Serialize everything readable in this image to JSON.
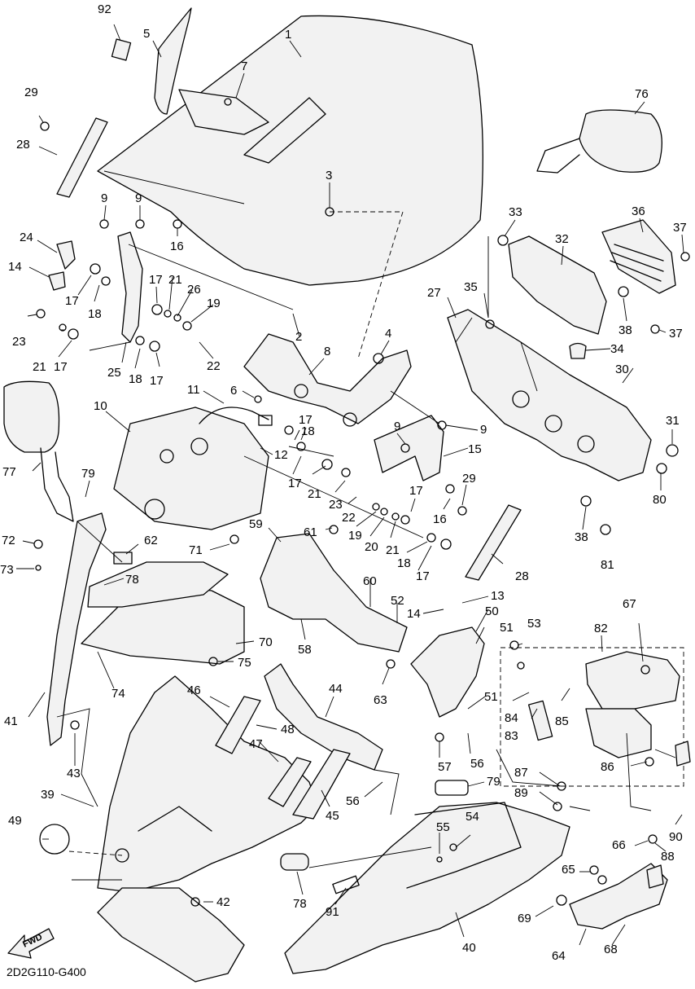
{
  "diagram_code": "2D2G110-G400",
  "fwd_label": "FWD",
  "callouts": [
    {
      "id": "c1",
      "text": "1"
    },
    {
      "id": "c2",
      "text": "2"
    },
    {
      "id": "c3",
      "text": "3"
    },
    {
      "id": "c4",
      "text": "4"
    },
    {
      "id": "c5",
      "text": "5"
    },
    {
      "id": "c6",
      "text": "6"
    },
    {
      "id": "c7",
      "text": "7"
    },
    {
      "id": "c8",
      "text": "8"
    },
    {
      "id": "c9a",
      "text": "9"
    },
    {
      "id": "c9b",
      "text": "9"
    },
    {
      "id": "c9c",
      "text": "9"
    },
    {
      "id": "c9d",
      "text": "9"
    },
    {
      "id": "c10",
      "text": "10"
    },
    {
      "id": "c11",
      "text": "11"
    },
    {
      "id": "c12",
      "text": "12"
    },
    {
      "id": "c13",
      "text": "13"
    },
    {
      "id": "c14a",
      "text": "14"
    },
    {
      "id": "c14b",
      "text": "14"
    },
    {
      "id": "c15",
      "text": "15"
    },
    {
      "id": "c16a",
      "text": "16"
    },
    {
      "id": "c16b",
      "text": "16"
    },
    {
      "id": "c17a",
      "text": "17"
    },
    {
      "id": "c17b",
      "text": "17"
    },
    {
      "id": "c17c",
      "text": "17"
    },
    {
      "id": "c17d",
      "text": "17"
    },
    {
      "id": "c17e",
      "text": "17"
    },
    {
      "id": "c17f",
      "text": "17"
    },
    {
      "id": "c17g",
      "text": "17"
    },
    {
      "id": "c17h",
      "text": "17"
    },
    {
      "id": "c18a",
      "text": "18"
    },
    {
      "id": "c18b",
      "text": "18"
    },
    {
      "id": "c18c",
      "text": "18"
    },
    {
      "id": "c18d",
      "text": "18"
    },
    {
      "id": "c19a",
      "text": "19"
    },
    {
      "id": "c19b",
      "text": "19"
    },
    {
      "id": "c20",
      "text": "20"
    },
    {
      "id": "c21a",
      "text": "21"
    },
    {
      "id": "c21b",
      "text": "21"
    },
    {
      "id": "c21c",
      "text": "21"
    },
    {
      "id": "c21d",
      "text": "21"
    },
    {
      "id": "c22a",
      "text": "22"
    },
    {
      "id": "c22b",
      "text": "22"
    },
    {
      "id": "c23a",
      "text": "23"
    },
    {
      "id": "c23b",
      "text": "23"
    },
    {
      "id": "c24",
      "text": "24"
    },
    {
      "id": "c25",
      "text": "25"
    },
    {
      "id": "c26",
      "text": "26"
    },
    {
      "id": "c27",
      "text": "27"
    },
    {
      "id": "c28a",
      "text": "28"
    },
    {
      "id": "c28b",
      "text": "28"
    },
    {
      "id": "c29a",
      "text": "29"
    },
    {
      "id": "c29b",
      "text": "29"
    },
    {
      "id": "c30",
      "text": "30"
    },
    {
      "id": "c31",
      "text": "31"
    },
    {
      "id": "c32",
      "text": "32"
    },
    {
      "id": "c33",
      "text": "33"
    },
    {
      "id": "c34",
      "text": "34"
    },
    {
      "id": "c35",
      "text": "35"
    },
    {
      "id": "c36",
      "text": "36"
    },
    {
      "id": "c37a",
      "text": "37"
    },
    {
      "id": "c37b",
      "text": "37"
    },
    {
      "id": "c38a",
      "text": "38"
    },
    {
      "id": "c38b",
      "text": "38"
    },
    {
      "id": "c39",
      "text": "39"
    },
    {
      "id": "c40",
      "text": "40"
    },
    {
      "id": "c41",
      "text": "41"
    },
    {
      "id": "c42",
      "text": "42"
    },
    {
      "id": "c43",
      "text": "43"
    },
    {
      "id": "c44",
      "text": "44"
    },
    {
      "id": "c45",
      "text": "45"
    },
    {
      "id": "c46",
      "text": "46"
    },
    {
      "id": "c47",
      "text": "47"
    },
    {
      "id": "c48",
      "text": "48"
    },
    {
      "id": "c49",
      "text": "49"
    },
    {
      "id": "c50",
      "text": "50"
    },
    {
      "id": "c51a",
      "text": "51"
    },
    {
      "id": "c51b",
      "text": "51"
    },
    {
      "id": "c52",
      "text": "52"
    },
    {
      "id": "c53",
      "text": "53"
    },
    {
      "id": "c54",
      "text": "54"
    },
    {
      "id": "c55",
      "text": "55"
    },
    {
      "id": "c56a",
      "text": "56"
    },
    {
      "id": "c56b",
      "text": "56"
    },
    {
      "id": "c57",
      "text": "57"
    },
    {
      "id": "c58",
      "text": "58"
    },
    {
      "id": "c59",
      "text": "59"
    },
    {
      "id": "c60",
      "text": "60"
    },
    {
      "id": "c61",
      "text": "61"
    },
    {
      "id": "c62",
      "text": "62"
    },
    {
      "id": "c63",
      "text": "63"
    },
    {
      "id": "c64",
      "text": "64"
    },
    {
      "id": "c65",
      "text": "65"
    },
    {
      "id": "c66",
      "text": "66"
    },
    {
      "id": "c67",
      "text": "67"
    },
    {
      "id": "c68",
      "text": "68"
    },
    {
      "id": "c69",
      "text": "69"
    },
    {
      "id": "c70",
      "text": "70"
    },
    {
      "id": "c71",
      "text": "71"
    },
    {
      "id": "c72",
      "text": "72"
    },
    {
      "id": "c73",
      "text": "73"
    },
    {
      "id": "c74",
      "text": "74"
    },
    {
      "id": "c75",
      "text": "75"
    },
    {
      "id": "c76",
      "text": "76"
    },
    {
      "id": "c77",
      "text": "77"
    },
    {
      "id": "c78a",
      "text": "78"
    },
    {
      "id": "c78b",
      "text": "78"
    },
    {
      "id": "c79a",
      "text": "79"
    },
    {
      "id": "c79b",
      "text": "79"
    },
    {
      "id": "c80",
      "text": "80"
    },
    {
      "id": "c81",
      "text": "81"
    },
    {
      "id": "c82",
      "text": "82"
    },
    {
      "id": "c83",
      "text": "83"
    },
    {
      "id": "c84",
      "text": "84"
    },
    {
      "id": "c85",
      "text": "85"
    },
    {
      "id": "c86",
      "text": "86"
    },
    {
      "id": "c87",
      "text": "87"
    },
    {
      "id": "c88",
      "text": "88"
    },
    {
      "id": "c89",
      "text": "89"
    },
    {
      "id": "c90",
      "text": "90"
    },
    {
      "id": "c91",
      "text": "91"
    },
    {
      "id": "c92",
      "text": "92"
    }
  ]
}
